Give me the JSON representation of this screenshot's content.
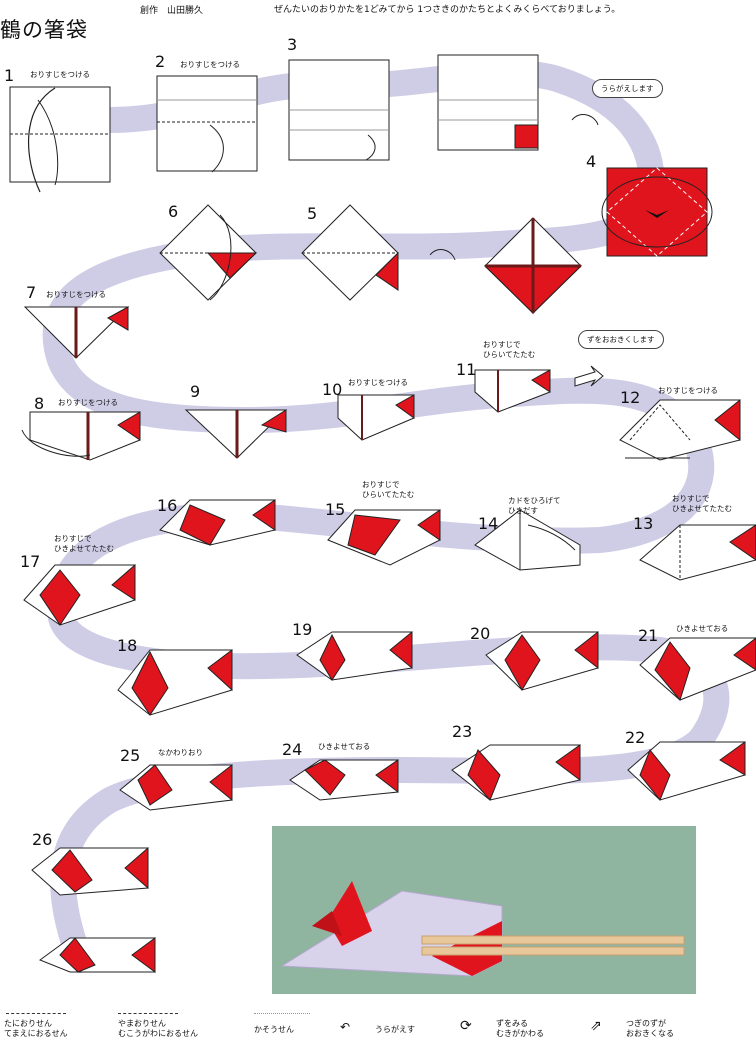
{
  "header": {
    "title": "鶴の箸袋",
    "author": "創作　山田勝久",
    "instruction": "ぜんたいのおりかたを1どみてから 1つさきのかたちとよくみくらべておりましょう。"
  },
  "colors": {
    "paper": "#ffffff",
    "red": "#e0141c",
    "path": "#cfcce6",
    "photo_bg": "#8fb5a0"
  },
  "steps": [
    {
      "n": "1",
      "label": "おりすじをつける"
    },
    {
      "n": "2",
      "label": "おりすじをつける"
    },
    {
      "n": "3",
      "label": ""
    },
    {
      "n": "4",
      "label": ""
    },
    {
      "n": "5",
      "label": ""
    },
    {
      "n": "6",
      "label": ""
    },
    {
      "n": "7",
      "label": "おりすじをつける"
    },
    {
      "n": "8",
      "label": "おりすじをつける"
    },
    {
      "n": "9",
      "label": ""
    },
    {
      "n": "10",
      "label": "おりすじをつける"
    },
    {
      "n": "11",
      "label": "おりすじで\nひらいてたたむ"
    },
    {
      "n": "12",
      "label": "おりすじをつける"
    },
    {
      "n": "13",
      "label": "おりすじで\nひきよせてたたむ"
    },
    {
      "n": "14",
      "label": "カドをひろげて\nひきだす"
    },
    {
      "n": "15",
      "label": "おりすじで\nひらいてたたむ"
    },
    {
      "n": "16",
      "label": ""
    },
    {
      "n": "17",
      "label": "おりすじで\nひきよせてたたむ"
    },
    {
      "n": "18",
      "label": ""
    },
    {
      "n": "19",
      "label": ""
    },
    {
      "n": "20",
      "label": ""
    },
    {
      "n": "21",
      "label": "ひきよせておる"
    },
    {
      "n": "22",
      "label": ""
    },
    {
      "n": "23",
      "label": ""
    },
    {
      "n": "24",
      "label": "ひきよせておる"
    },
    {
      "n": "25",
      "label": "なかわりおり"
    },
    {
      "n": "26",
      "label": ""
    }
  ],
  "callouts": {
    "turn_over": "うらがえします",
    "enlarge": "ずをおおきくします"
  },
  "legend": {
    "valley": "たにおりせん\nてまえにおるせん",
    "mountain": "やまおりせん\nむこうがわにおるせん",
    "hidden": "かそうせん",
    "turn": "うらがえす",
    "rotate": "ずをみる\nむきがかわる",
    "next": "つぎのずが\nおおきくなる"
  }
}
